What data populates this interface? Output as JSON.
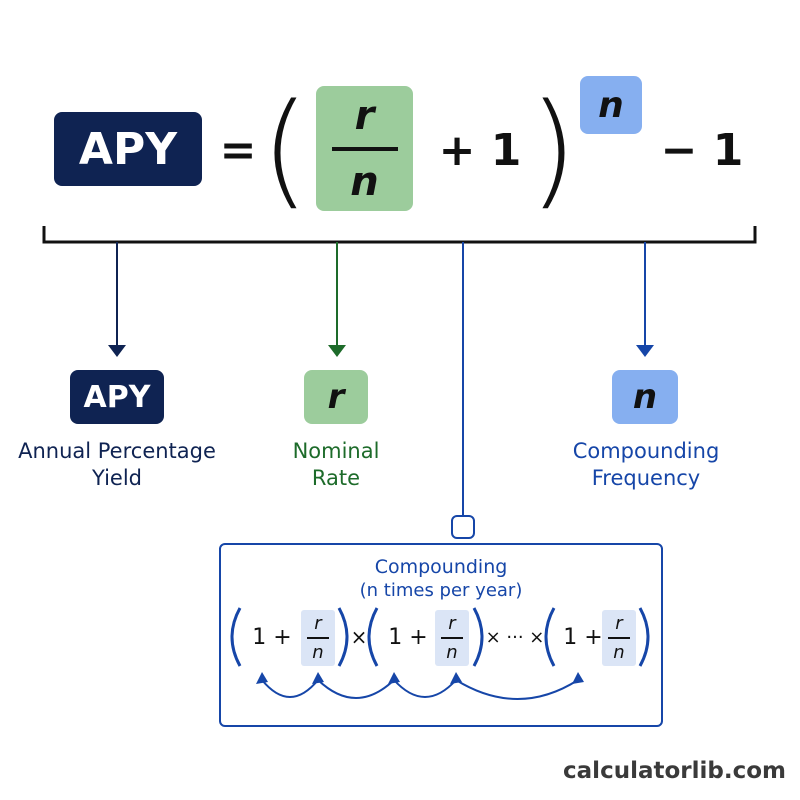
{
  "formula": {
    "lhs": "APY",
    "equals": "=",
    "open_paren": "(",
    "numerator": "r",
    "denominator": "n",
    "plus_one": "+ 1",
    "close_paren": ")",
    "exponent": "n",
    "minus_one": "− 1"
  },
  "legend": {
    "apy": {
      "symbol": "APY",
      "label_line1": "Annual Percentage",
      "label_line2": "Yield"
    },
    "r": {
      "symbol": "r",
      "label_line1": "Nominal",
      "label_line2": "Rate"
    },
    "n": {
      "symbol": "n",
      "label_line1": "Compounding",
      "label_line2": "Frequency"
    }
  },
  "compounding_box": {
    "title": "Compounding",
    "subtitle": "(n times per year)",
    "one_plus": "1 +",
    "r": "r",
    "n": "n",
    "times": "×",
    "ellipsis_times": "× ··· ×"
  },
  "footer": {
    "brand": "calculatorlib.com"
  },
  "colors": {
    "navy": "#0f2352",
    "green_box": "#9ccc9c",
    "green_text": "#1d6b2a",
    "blue_box": "#86aff0",
    "blue_text": "#1646a8"
  }
}
